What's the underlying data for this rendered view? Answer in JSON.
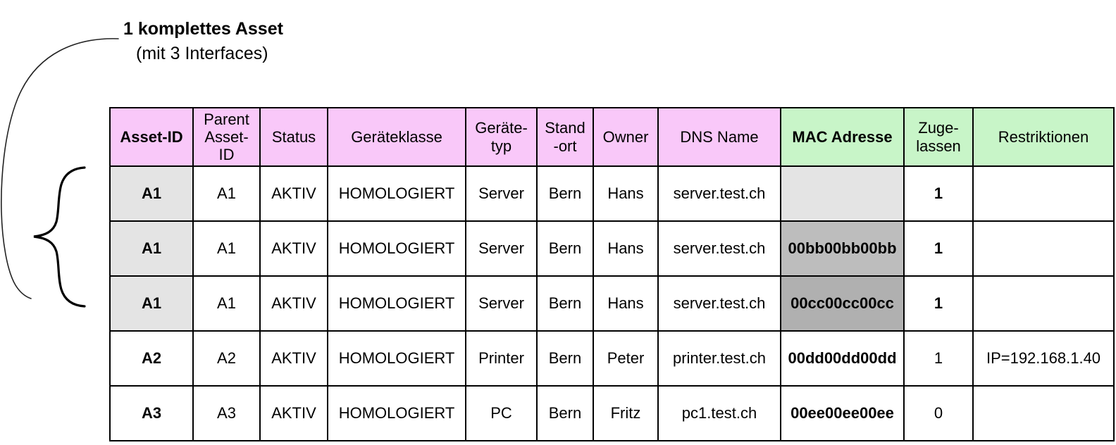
{
  "annotation": {
    "title": "1 komplettes Asset",
    "subtitle": "(mit 3 Interfaces)",
    "outer_brace_icon": "curly-brace-icon",
    "inner_brace_icon": "curly-brace-icon"
  },
  "table": {
    "columns": [
      {
        "key": "asset_id",
        "label": "Asset-ID",
        "group": "asset",
        "header_color": "#f9c8f9",
        "bold": true
      },
      {
        "key": "parent_id",
        "label": "Parent Asset-ID",
        "group": "asset",
        "header_color": "#f9c8f9",
        "bold": false
      },
      {
        "key": "status",
        "label": "Status",
        "group": "asset",
        "header_color": "#f9c8f9",
        "bold": false
      },
      {
        "key": "klasse",
        "label": "Geräteklasse",
        "group": "asset",
        "header_color": "#f9c8f9",
        "bold": false
      },
      {
        "key": "typ",
        "label": "Geräte-typ",
        "group": "asset",
        "header_color": "#f9c8f9",
        "bold": false
      },
      {
        "key": "ort",
        "label": "Stand -ort",
        "group": "asset",
        "header_color": "#f9c8f9",
        "bold": false
      },
      {
        "key": "owner",
        "label": "Owner",
        "group": "asset",
        "header_color": "#f9c8f9",
        "bold": false
      },
      {
        "key": "dns",
        "label": "DNS Name",
        "group": "asset",
        "header_color": "#f9c8f9",
        "bold": false
      },
      {
        "key": "mac",
        "label": "MAC Adresse",
        "group": "interface",
        "header_color": "#c8f5c8",
        "bold": true
      },
      {
        "key": "zugelassen",
        "label": "Zuge-lassen",
        "group": "interface",
        "header_color": "#c8f5c8",
        "bold": false
      },
      {
        "key": "restrikt",
        "label": "Restriktionen",
        "group": "interface",
        "header_color": "#c8f5c8",
        "bold": false
      }
    ],
    "header_lines": {
      "asset_id": [
        "Asset-ID"
      ],
      "parent_id": [
        "Parent",
        "Asset-",
        "ID"
      ],
      "status": [
        "Status"
      ],
      "klasse": [
        "Geräteklasse"
      ],
      "typ": [
        "Geräte-",
        "typ"
      ],
      "ort": [
        "Stand",
        "-ort"
      ],
      "owner": [
        "Owner"
      ],
      "dns": [
        "DNS Name"
      ],
      "mac": [
        "MAC Adresse"
      ],
      "zugelassen": [
        "Zuge-",
        "lassen"
      ],
      "restrikt": [
        "Restriktionen"
      ]
    },
    "rows": [
      {
        "asset_id": "A1",
        "parent_id": "A1",
        "status": "AKTIV",
        "klasse": "HOMOLOGIERT",
        "typ": "Server",
        "ort": "Bern",
        "owner": "Hans",
        "dns": "server.test.ch",
        "mac": "",
        "zugelassen": "1",
        "restrikt": "",
        "shading": {
          "asset_id": "light",
          "mac": "light"
        },
        "bold": {
          "asset_id": true,
          "mac": true,
          "zugelassen": true
        }
      },
      {
        "asset_id": "A1",
        "parent_id": "A1",
        "status": "AKTIV",
        "klasse": "HOMOLOGIERT",
        "typ": "Server",
        "ort": "Bern",
        "owner": "Hans",
        "dns": "server.test.ch",
        "mac": "00bb00bb00bb",
        "zugelassen": "1",
        "restrikt": "",
        "shading": {
          "asset_id": "light",
          "mac": "mid"
        },
        "bold": {
          "asset_id": true,
          "mac": true,
          "zugelassen": true
        }
      },
      {
        "asset_id": "A1",
        "parent_id": "A1",
        "status": "AKTIV",
        "klasse": "HOMOLOGIERT",
        "typ": "Server",
        "ort": "Bern",
        "owner": "Hans",
        "dns": "server.test.ch",
        "mac": "00cc00cc00cc",
        "zugelassen": "1",
        "restrikt": "",
        "shading": {
          "asset_id": "light",
          "mac": "dark"
        },
        "bold": {
          "asset_id": true,
          "mac": true,
          "zugelassen": true
        }
      },
      {
        "asset_id": "A2",
        "parent_id": "A2",
        "status": "AKTIV",
        "klasse": "HOMOLOGIERT",
        "typ": "Printer",
        "ort": "Bern",
        "owner": "Peter",
        "dns": "printer.test.ch",
        "mac": "00dd00dd00dd",
        "zugelassen": "1",
        "restrikt": "IP=192.168.1.40",
        "shading": {},
        "bold": {
          "asset_id": true,
          "mac": true,
          "zugelassen": false
        }
      },
      {
        "asset_id": "A3",
        "parent_id": "A3",
        "status": "AKTIV",
        "klasse": "HOMOLOGIERT",
        "typ": "PC",
        "ort": "Bern",
        "owner": "Fritz",
        "dns": "pc1.test.ch",
        "mac": "00ee00ee00ee",
        "zugelassen": "0",
        "restrikt": "",
        "shading": {},
        "bold": {
          "asset_id": true,
          "mac": true,
          "zugelassen": false
        }
      }
    ]
  },
  "colors": {
    "header_asset": "#f9c8f9",
    "header_interface": "#c8f5c8",
    "shade_light": "#e4e4e4",
    "shade_mid": "#bdbdbd",
    "shade_dark": "#b0b0b0",
    "border": "#000000",
    "text": "#000000"
  }
}
